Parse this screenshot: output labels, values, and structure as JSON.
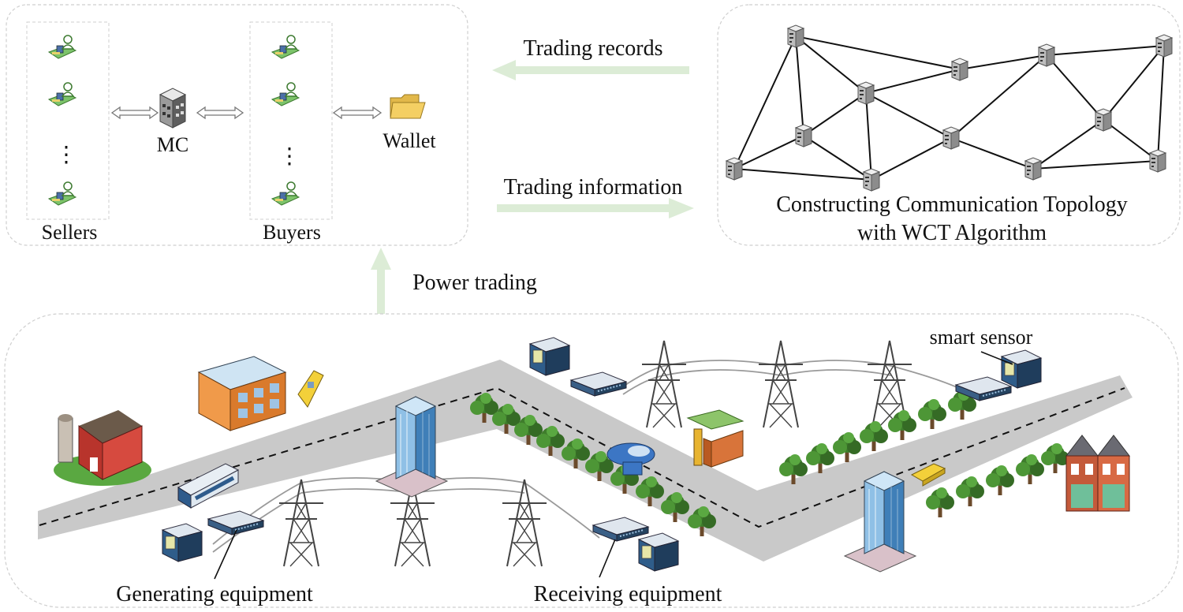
{
  "labels": {
    "sellers": "Sellers",
    "buyers": "Buyers",
    "mc": "MC",
    "wallet": "Wallet",
    "trading_records": "Trading records",
    "trading_information": "Trading information",
    "topology_line1": "Constructing Communication Topology",
    "topology_line2": "with WCT Algorithm",
    "power_trading": "Power trading",
    "smart_sensor": "smart sensor",
    "generating_equipment": "Generating equipment",
    "receiving_equipment": "Receiving equipment",
    "ellipsis": "⋮"
  },
  "colors": {
    "arrow_green": "#dcecd6",
    "road": "#c9c9c9",
    "tower": "#4a4a4a",
    "tree": "#3f7d2c",
    "building_blue": "#5b95c9",
    "box_border": "#cfcfcf"
  },
  "icons": {
    "participant": "user-at-desk-icon",
    "mc": "server-building-icon",
    "wallet": "folder-icon",
    "node": "server-node-icon"
  }
}
